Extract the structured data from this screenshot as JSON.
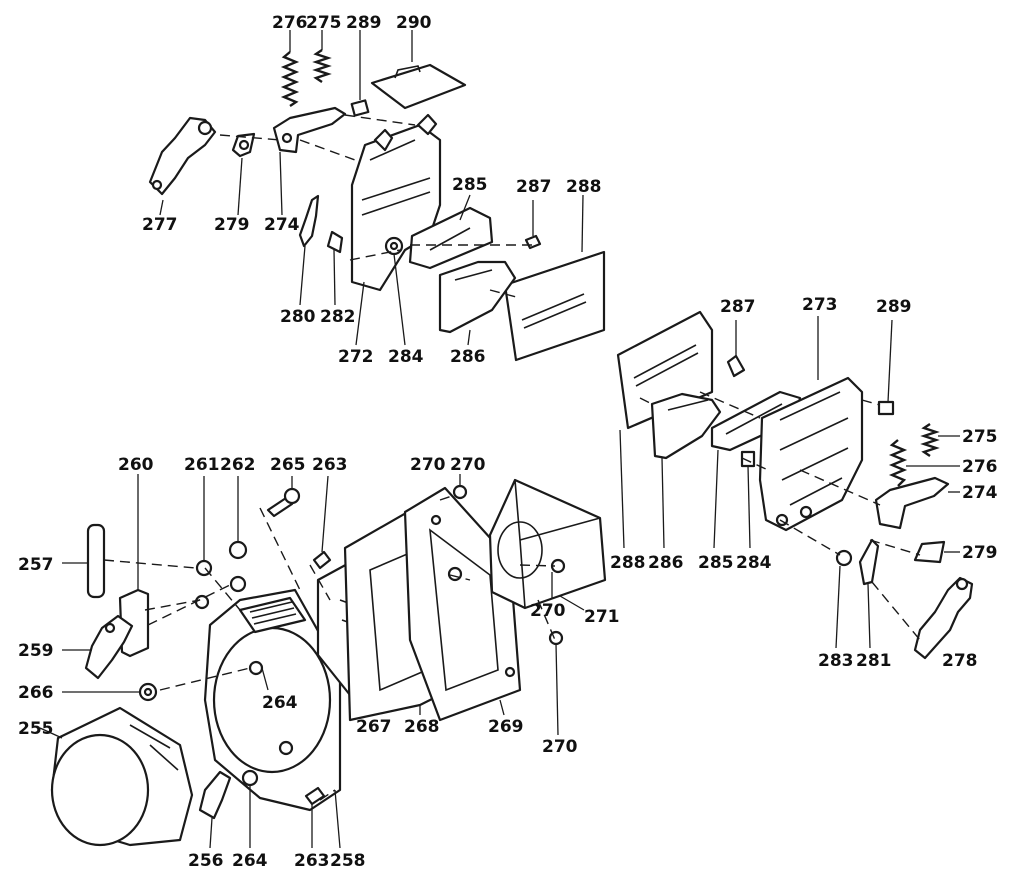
{
  "diagram": {
    "labels": {
      "upper": [
        "276",
        "275",
        "289",
        "290",
        "277",
        "279",
        "274",
        "285",
        "287",
        "288",
        "280",
        "282",
        "272",
        "284",
        "286"
      ],
      "right": [
        "287",
        "273",
        "289",
        "275",
        "276",
        "274",
        "279",
        "288",
        "286",
        "285",
        "284",
        "283",
        "281",
        "278"
      ],
      "lower": [
        "260",
        "261",
        "262",
        "265",
        "263",
        "270",
        "270",
        "257",
        "259",
        "266",
        "255",
        "264",
        "271",
        "270",
        "267",
        "268",
        "269",
        "270",
        "256",
        "264",
        "263",
        "258"
      ]
    }
  }
}
